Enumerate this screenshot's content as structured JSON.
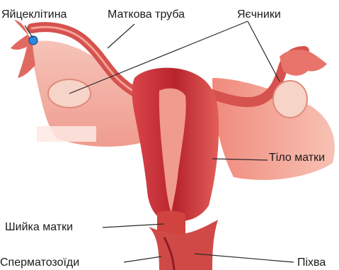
{
  "labels": {
    "egg_cell": "Яйцеклітина",
    "fallopian_tube": "Маткова труба",
    "ovaries": "Яєчники",
    "uterus_body": "Тіло матки",
    "cervix": "Шийка матки",
    "sperm": "Сперматозоїди",
    "vagina": "Піхва"
  },
  "colors": {
    "tissue_light": "#f4b7ae",
    "tissue_mid": "#e98274",
    "tissue_dark": "#c2353a",
    "tissue_deep": "#9c1f27",
    "egg_cell": "#2a8be0",
    "leader_line": "#2b2b2b"
  }
}
